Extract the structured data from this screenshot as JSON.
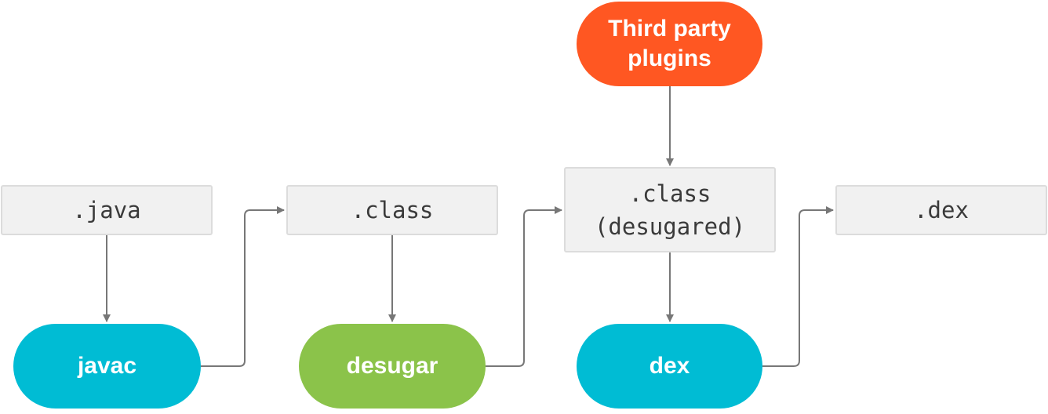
{
  "colors": {
    "tool_blue": "#00bcd4",
    "tool_green": "#8bc34a",
    "plugin_orange": "#ff5722",
    "file_fill": "#f1f1f1",
    "file_border": "#dcdcdc",
    "connector": "#777777"
  },
  "files": {
    "java": ".java",
    "class": ".class",
    "class_desugared": ".class\n(desugared)",
    "dex": ".dex"
  },
  "tools": {
    "javac": "javac",
    "desugar": "desugar",
    "dex": "dex",
    "third_party_plugins": "Third party\nplugins"
  }
}
